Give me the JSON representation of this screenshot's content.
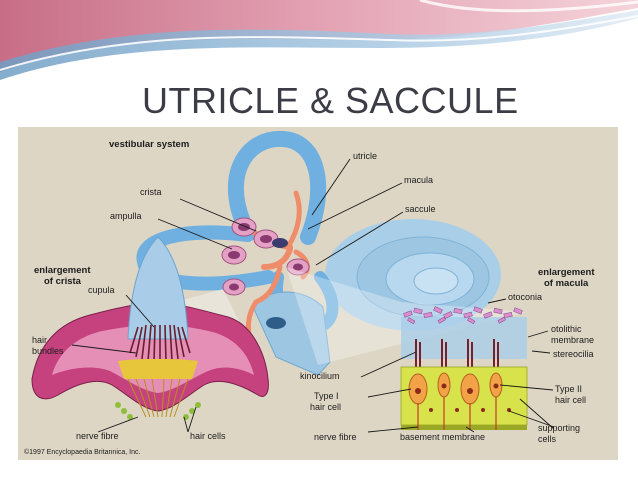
{
  "slide": {
    "title": "UTRICLE & SACCULE",
    "colors": {
      "banner_pink": "#d98ba1",
      "banner_blue": "#8cb6d6",
      "title_text": "#3c3c46",
      "figure_bg": "#ddd6c5"
    }
  },
  "figure": {
    "heading": "vestibular system",
    "labels": {
      "utricle": "utricle",
      "macula": "macula",
      "saccule": "saccule",
      "crista": "crista",
      "ampulla": "ampulla",
      "enlargement_crista_1": "enlargement",
      "enlargement_crista_2": "of crista",
      "enlargement_macula_1": "enlargement",
      "enlargement_macula_2": "of macula",
      "otoconia": "otoconia",
      "otolithic_1": "otolithic",
      "otolithic_2": "membrane",
      "stereocilia": "stereocilia",
      "kinocilium": "kinocilium",
      "type1_1": "Type I",
      "type1_2": "hair cell",
      "type2_1": "Type II",
      "type2_2": "hair cell",
      "nerve_fibre_right": "nerve fibre",
      "basement_membrane": "basement membrane",
      "supporting_1": "supporting",
      "supporting_2": "cells",
      "cupula": "cupula",
      "hair_1": "hair",
      "hair_2": "bundles",
      "nerve_fibre_left": "nerve fibre",
      "hair_cells": "hair cells",
      "copyright": "©1997 Encyclopaedia Britannica, Inc."
    }
  }
}
